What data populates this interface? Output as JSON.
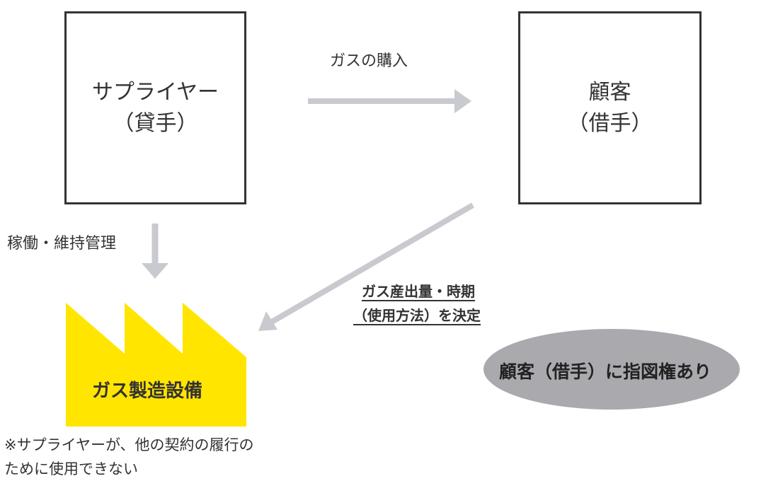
{
  "supplier": {
    "line1": "サプライヤー",
    "line2": "（貸手）"
  },
  "customer": {
    "line1": "顧客",
    "line2": "（借手）"
  },
  "purchase_label": "ガスの購入",
  "operation_label": "稼働・維持管理",
  "decision_label": {
    "line1": "ガス産出量・時期",
    "line2": "（使用方法）を決定"
  },
  "facility_label": "ガス製造設備",
  "control_label": "顧客（借手）に指図権あり",
  "note": {
    "line1": "※サプライヤーが、他の契約の履行の",
    "line2": "ために使用できない"
  },
  "colors": {
    "arrow": "#c9c9d0",
    "factory": "#ffe500",
    "ellipse": "#a9a9ae",
    "border": "#333333"
  }
}
